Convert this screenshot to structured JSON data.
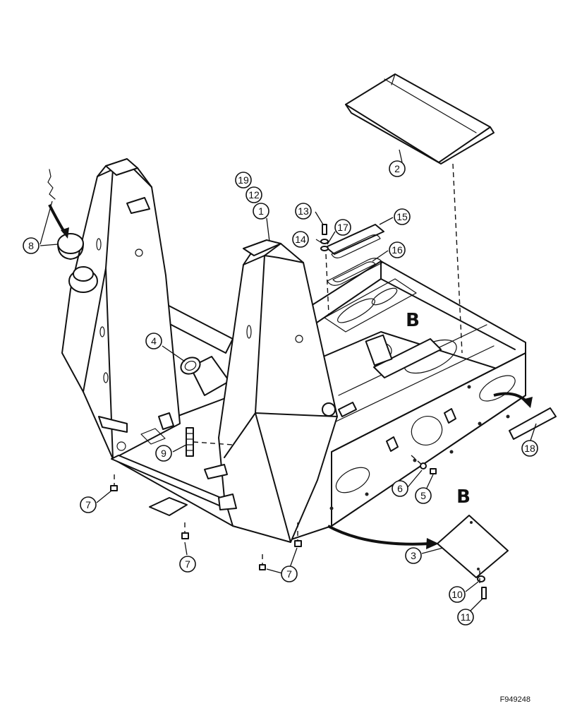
{
  "figure_code": "F949248",
  "section_marker": "B",
  "callouts": {
    "c1": "1",
    "c2": "2",
    "c3": "3",
    "c4": "4",
    "c5": "5",
    "c6": "6",
    "c7": "7",
    "c8": "8",
    "c9": "9",
    "c10": "10",
    "c11": "11",
    "c12": "12",
    "c13": "13",
    "c14": "14",
    "c15": "15",
    "c16": "16",
    "c17": "17",
    "c18": "18",
    "c19": "19"
  }
}
